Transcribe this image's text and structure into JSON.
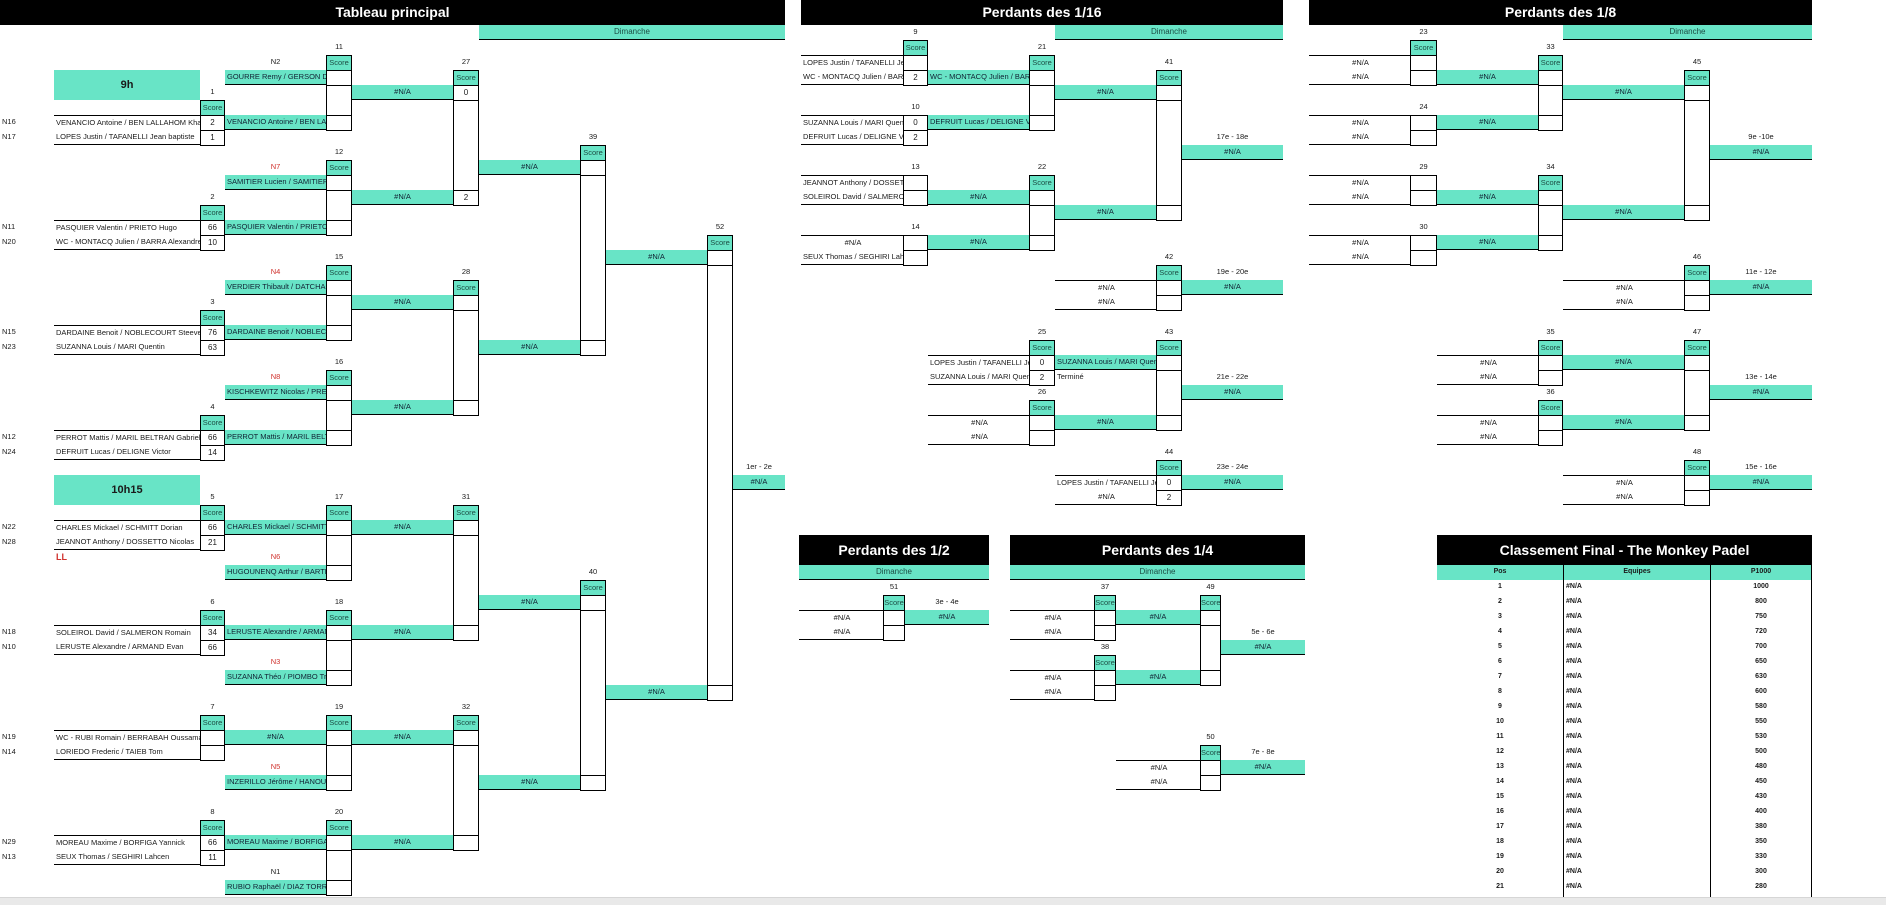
{
  "colors": {
    "accent": "#68e4c6",
    "header": "#000000",
    "seed_red": "#d0312d"
  },
  "score_label": "Score",
  "day": "Dimanche",
  "main": {
    "title": "Tableau principal",
    "sessions": [
      "9h",
      "10h15"
    ],
    "ll_label": "LL",
    "round1": [
      {
        "num": "1",
        "seeds": [
          "N16",
          "N17"
        ],
        "teams": [
          "VENANCIO Antoine / BEN LALLAHOM Khalil",
          "LOPES Justin / TAFANELLI Jean baptiste"
        ],
        "scores": [
          "2",
          "1"
        ]
      },
      {
        "num": "2",
        "seeds": [
          "N11",
          "N20"
        ],
        "teams": [
          "PASQUIER Valentin / PRIETO Hugo",
          "WC - MONTACQ Julien / BARRA Alexandre"
        ],
        "scores": [
          "66",
          "10"
        ]
      },
      {
        "num": "3",
        "seeds": [
          "N15",
          "N23"
        ],
        "teams": [
          "DARDAINE Benoit / NOBLECOURT Steeve",
          "SUZANNA Louis / MARI Quentin"
        ],
        "scores": [
          "76",
          "63"
        ]
      },
      {
        "num": "4",
        "seeds": [
          "N12",
          "N24"
        ],
        "teams": [
          "PERROT Mattis / MARIL BELTRAN Gabriel Ale",
          "DEFRUIT Lucas / DELIGNE Victor"
        ],
        "scores": [
          "66",
          "14"
        ]
      },
      {
        "num": "5",
        "seeds": [
          "N22",
          "N28"
        ],
        "teams": [
          "CHARLES Mickael / SCHMITT Dorian",
          "JEANNOT Anthony / DOSSETTO Nicolas"
        ],
        "scores": [
          "66",
          "21"
        ]
      },
      {
        "num": "6",
        "seeds": [
          "N18",
          "N10"
        ],
        "teams": [
          "SOLEIROL David / SALMERON Romain",
          "LERUSTE Alexandre / ARMAND Evan"
        ],
        "scores": [
          "34",
          "66"
        ]
      },
      {
        "num": "7",
        "seeds": [
          "N19",
          "N14"
        ],
        "teams": [
          "WC - RUBI Romain / BERRABAH Oussama",
          "LORIEDO Frederic / TAIEB Tom"
        ],
        "scores": [
          "",
          ""
        ]
      },
      {
        "num": "8",
        "seeds": [
          "N29",
          "N13"
        ],
        "teams": [
          "MOREAU Maxime / BORFIGA Yannick",
          "SEUX Thomas / SEGHIRI Lahcen"
        ],
        "scores": [
          "66",
          "11"
        ]
      }
    ],
    "round2": [
      {
        "num": "11",
        "seed": "N2",
        "seed_color": "#1a1a1a",
        "seeded_team": "GOURRE Remy / GERSON Dere",
        "qualifier": "VENANCIO Antoine / BEN LALL",
        "winner": "#N/A"
      },
      {
        "num": "12",
        "seed": "N7",
        "seed_color": "#d0312d",
        "seeded_team": "SAMITIER Lucien / SAMITIER P",
        "qualifier": "PASQUIER Valentin / PRIETO H",
        "winner": "#N/A"
      },
      {
        "num": "15",
        "seed": "N4",
        "seed_color": "#d0312d",
        "seeded_team": "VERDIER Thibault / DATCHARR",
        "qualifier": "DARDAINE Benoit / NOBLECOU",
        "winner": "#N/A"
      },
      {
        "num": "16",
        "seed": "N8",
        "seed_color": "#d0312d",
        "seeded_team": "KISCHKEWITZ Nicolas / PREAU",
        "qualifier": "PERROT Mattis / MARIL BELTR",
        "winner": "#N/A"
      },
      {
        "num": "17",
        "seed": "N6",
        "seed_color": "#d0312d",
        "seeded_team": "HUGOUNENQ Arthur / BARTHE",
        "qualifier": "CHARLES Mickael / SCHMITT D",
        "winner": "#N/A"
      },
      {
        "num": "18",
        "seed": "N3",
        "seed_color": "#d0312d",
        "seeded_team": "SUZANNA Théo / PIOMBO Tris",
        "qualifier": "LERUSTE Alexandre / ARMAND",
        "winner": "#N/A"
      },
      {
        "num": "19",
        "seed": "N5",
        "seed_color": "#d0312d",
        "seeded_team": "INZERILLO Jérôme / HANOUNA",
        "qualifier": "#N/A",
        "winner": "#N/A"
      },
      {
        "num": "20",
        "seed": "N1",
        "seed_color": "#1a1a1a",
        "seeded_team": "RUBIO Raphaël / DIAZ TORREG",
        "qualifier": "MOREAU Maxime / BORFIGA Y",
        "winner": "#N/A"
      }
    ],
    "round3": [
      {
        "num": "27",
        "scores": [
          "0",
          "2"
        ],
        "winner": "#N/A"
      },
      {
        "num": "28",
        "scores": [
          "",
          ""
        ],
        "winner": "#N/A"
      },
      {
        "num": "31",
        "scores": [
          "",
          ""
        ],
        "winner": "#N/A"
      },
      {
        "num": "32",
        "scores": [
          "",
          ""
        ],
        "winner": "#N/A"
      }
    ],
    "semis": [
      {
        "num": "39",
        "winner": "#N/A"
      },
      {
        "num": "40",
        "winner": "#N/A"
      }
    ],
    "final": {
      "num": "52",
      "place": "1er - 2e",
      "winner": "#N/A"
    }
  },
  "losers_16": {
    "title": "Perdants des 1/16",
    "first_round": [
      {
        "num": "9",
        "teams": [
          "LOPES Justin / TAFANELLI Jean",
          "WC - MONTACQ Julien / BARRA"
        ],
        "scores": [
          "",
          "2"
        ],
        "winner": "WC - MONTACQ Julien / BARRA"
      },
      {
        "num": "10",
        "teams": [
          "SUZANNA Louis / MARI Quentin",
          "DEFRUIT Lucas / DELIGNE Victo"
        ],
        "scores": [
          "0",
          "2"
        ],
        "winner": "DEFRUIT Lucas / DELIGNE Victo"
      },
      {
        "num": "13",
        "teams": [
          "JEANNOT Anthony / DOSSETTO",
          "SOLEIROL David / SALMERON I"
        ],
        "scores": [
          "",
          ""
        ],
        "winner": "#N/A"
      },
      {
        "num": "14",
        "teams": [
          "#N/A",
          "SEUX Thomas / SEGHIRI Lahcen"
        ],
        "scores": [
          "",
          ""
        ],
        "winner": "#N/A"
      }
    ],
    "second_round": [
      {
        "num": "21",
        "winner": "#N/A"
      },
      {
        "num": "22",
        "winner": "#N/A"
      }
    ],
    "upper_final": {
      "num": "41",
      "place": "17e - 18e",
      "winner": "#N/A"
    },
    "upper_consolation": {
      "num": "42",
      "place": "19e - 20e",
      "teams": [
        "#N/A",
        "#N/A"
      ],
      "scores": [
        "",
        ""
      ],
      "winner": "#N/A"
    },
    "lower": [
      {
        "num": "25",
        "teams": [
          "LOPES Justin / TAFANELLI Jean",
          "SUZANNA Louis / MARI Quenti"
        ],
        "scores": [
          "0",
          "2"
        ],
        "winner": "SUZANNA Louis / MARI Quenti",
        "status": "Terminé"
      },
      {
        "num": "26",
        "teams": [
          "#N/A",
          "#N/A"
        ],
        "scores": [
          "",
          ""
        ],
        "winner": "#N/A"
      }
    ],
    "lower_final": {
      "num": "43",
      "place": "21e - 22e",
      "winner": "#N/A"
    },
    "lower_consolation": {
      "num": "44",
      "place": "23e - 24e",
      "teams": [
        "LOPES Justin / TAFANELLI Jean",
        "#N/A"
      ],
      "scores": [
        "0",
        "2"
      ],
      "winner": "#N/A"
    }
  },
  "losers_8": {
    "title": "Perdants des 1/8",
    "first_round": [
      {
        "num": "23",
        "teams": [
          "#N/A",
          "#N/A"
        ],
        "scores": [
          "",
          ""
        ],
        "winner": "#N/A"
      },
      {
        "num": "24",
        "teams": [
          "#N/A",
          "#N/A"
        ],
        "scores": [
          "",
          ""
        ],
        "winner": "#N/A"
      },
      {
        "num": "29",
        "teams": [
          "#N/A",
          "#N/A"
        ],
        "scores": [
          "",
          ""
        ],
        "winner": "#N/A"
      },
      {
        "num": "30",
        "teams": [
          "#N/A",
          "#N/A"
        ],
        "scores": [
          "",
          ""
        ],
        "winner": "#N/A"
      }
    ],
    "second_round": [
      {
        "num": "33",
        "winner": "#N/A"
      },
      {
        "num": "34",
        "winner": "#N/A"
      }
    ],
    "upper_final": {
      "num": "45",
      "place": "9e -10e",
      "winner": "#N/A"
    },
    "upper_consolation": {
      "num": "46",
      "place": "11e - 12e",
      "teams": [
        "#N/A",
        "#N/A"
      ],
      "scores": [
        "",
        ""
      ],
      "winner": "#N/A"
    },
    "lower": [
      {
        "num": "35",
        "teams": [
          "#N/A",
          "#N/A"
        ],
        "scores": [
          "",
          ""
        ],
        "winner": "#N/A"
      },
      {
        "num": "36",
        "teams": [
          "#N/A",
          "#N/A"
        ],
        "scores": [
          "",
          ""
        ],
        "winner": "#N/A"
      }
    ],
    "lower_final": {
      "num": "47",
      "place": "13e - 14e",
      "winner": "#N/A"
    },
    "lower_consolation": {
      "num": "48",
      "place": "15e - 16e",
      "teams": [
        "#N/A",
        "#N/A"
      ],
      "scores": [
        "",
        ""
      ],
      "winner": "#N/A"
    }
  },
  "losers_2": {
    "title": "Perdants des 1/2",
    "match": {
      "num": "51",
      "place": "3e - 4e",
      "teams": [
        "#N/A",
        "#N/A"
      ],
      "scores": [
        "",
        ""
      ],
      "winner": "#N/A"
    }
  },
  "losers_4": {
    "title": "Perdants des 1/4",
    "first_round": [
      {
        "num": "37",
        "teams": [
          "#N/A",
          "#N/A"
        ],
        "scores": [
          "",
          ""
        ],
        "winner": "#N/A"
      },
      {
        "num": "38",
        "teams": [
          "#N/A",
          "#N/A"
        ],
        "scores": [
          "",
          ""
        ],
        "winner": "#N/A"
      }
    ],
    "final": {
      "num": "49",
      "place": "5e - 6e",
      "winner": "#N/A"
    },
    "consolation": {
      "num": "50",
      "place": "7e - 8e",
      "teams": [
        "#N/A",
        "#N/A"
      ],
      "scores": [
        "",
        ""
      ],
      "winner": "#N/A"
    }
  },
  "ranking": {
    "title": "Classement Final - The Monkey Padel",
    "columns": [
      "Pos",
      "Equipes",
      "P1000"
    ],
    "rows": [
      {
        "pos": "1",
        "team": "#N/A",
        "points": "1000"
      },
      {
        "pos": "2",
        "team": "#N/A",
        "points": "800"
      },
      {
        "pos": "3",
        "team": "#N/A",
        "points": "750"
      },
      {
        "pos": "4",
        "team": "#N/A",
        "points": "720"
      },
      {
        "pos": "5",
        "team": "#N/A",
        "points": "700"
      },
      {
        "pos": "6",
        "team": "#N/A",
        "points": "650"
      },
      {
        "pos": "7",
        "team": "#N/A",
        "points": "630"
      },
      {
        "pos": "8",
        "team": "#N/A",
        "points": "600"
      },
      {
        "pos": "9",
        "team": "#N/A",
        "points": "580"
      },
      {
        "pos": "10",
        "team": "#N/A",
        "points": "550"
      },
      {
        "pos": "11",
        "team": "#N/A",
        "points": "530"
      },
      {
        "pos": "12",
        "team": "#N/A",
        "points": "500"
      },
      {
        "pos": "13",
        "team": "#N/A",
        "points": "480"
      },
      {
        "pos": "14",
        "team": "#N/A",
        "points": "450"
      },
      {
        "pos": "15",
        "team": "#N/A",
        "points": "430"
      },
      {
        "pos": "16",
        "team": "#N/A",
        "points": "400"
      },
      {
        "pos": "17",
        "team": "#N/A",
        "points": "380"
      },
      {
        "pos": "18",
        "team": "#N/A",
        "points": "350"
      },
      {
        "pos": "19",
        "team": "#N/A",
        "points": "330"
      },
      {
        "pos": "20",
        "team": "#N/A",
        "points": "300"
      },
      {
        "pos": "21",
        "team": "#N/A",
        "points": "280"
      }
    ]
  }
}
